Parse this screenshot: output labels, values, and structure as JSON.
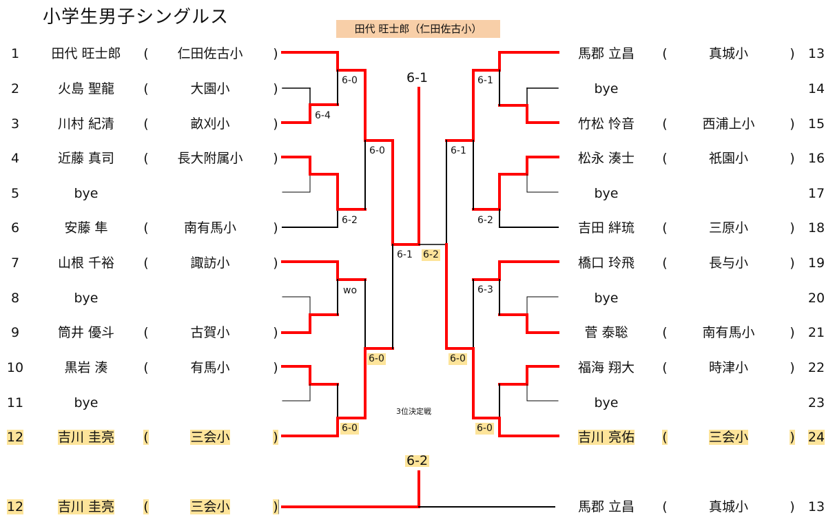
{
  "title": "小学生男子シングルス",
  "champion": "田代 旺士郎（仁田佐古小）",
  "colors": {
    "winner_line": "#ff0000",
    "loser_line": "#000000",
    "highlight": "#fde49a",
    "champion_bg": "#f8cfa8"
  },
  "left_entries": [
    {
      "num": "1",
      "name": "田代 旺士郎",
      "open": "(",
      "school": "仁田佐古小",
      "close": ")"
    },
    {
      "num": "2",
      "name": "火島 聖龍",
      "open": "(",
      "school": "大園小",
      "close": ")"
    },
    {
      "num": "3",
      "name": "川村 紀清",
      "open": "(",
      "school": "畝刈小",
      "close": ")"
    },
    {
      "num": "4",
      "name": "近藤 真司",
      "open": "(",
      "school": "長大附属小",
      "close": ")"
    },
    {
      "num": "5",
      "name": "bye",
      "open": "",
      "school": "",
      "close": ""
    },
    {
      "num": "6",
      "name": "安藤 隼",
      "open": "(",
      "school": "南有馬小",
      "close": ")"
    },
    {
      "num": "7",
      "name": "山根 千裕",
      "open": "(",
      "school": "諏訪小",
      "close": ")"
    },
    {
      "num": "8",
      "name": "bye",
      "open": "",
      "school": "",
      "close": ""
    },
    {
      "num": "9",
      "name": "筒井 優斗",
      "open": "(",
      "school": "古賀小",
      "close": ")"
    },
    {
      "num": "10",
      "name": "黒岩 湊",
      "open": "(",
      "school": "有馬小",
      "close": ")"
    },
    {
      "num": "11",
      "name": "bye",
      "open": "",
      "school": "",
      "close": ""
    },
    {
      "num": "12",
      "name": "吉川 圭亮",
      "open": "(",
      "school": "三会小",
      "close": ")",
      "highlight": true
    }
  ],
  "right_entries": [
    {
      "num": "13",
      "name": "馬郡 立昌",
      "open": "(",
      "school": "真城小",
      "close": ")"
    },
    {
      "num": "14",
      "name": "bye",
      "open": "",
      "school": "",
      "close": ""
    },
    {
      "num": "15",
      "name": "竹松 怜音",
      "open": "(",
      "school": "西浦上小",
      "close": ")"
    },
    {
      "num": "16",
      "name": "松永 湊士",
      "open": "(",
      "school": "祇園小",
      "close": ")"
    },
    {
      "num": "17",
      "name": "bye",
      "open": "",
      "school": "",
      "close": ""
    },
    {
      "num": "18",
      "name": "吉田 絆琉",
      "open": "(",
      "school": "三原小",
      "close": ")"
    },
    {
      "num": "19",
      "name": "橋口 玲飛",
      "open": "(",
      "school": "長与小",
      "close": ")"
    },
    {
      "num": "20",
      "name": "bye",
      "open": "",
      "school": "",
      "close": ""
    },
    {
      "num": "21",
      "name": "菅 泰聡",
      "open": "(",
      "school": "南有馬小",
      "close": ")"
    },
    {
      "num": "22",
      "name": "福海 翔大",
      "open": "(",
      "school": "時津小",
      "close": ")"
    },
    {
      "num": "23",
      "name": "bye",
      "open": "",
      "school": "",
      "close": ""
    },
    {
      "num": "24",
      "name": "吉川 亮佑",
      "open": "(",
      "school": "三会小",
      "close": ")",
      "highlight": true
    }
  ],
  "scores": [
    {
      "id": "l-r1-a",
      "text": "6-4"
    },
    {
      "id": "l-r2-a",
      "text": "6-0"
    },
    {
      "id": "l-r2-b",
      "text": "6-2"
    },
    {
      "id": "l-r2-c",
      "text": "wo"
    },
    {
      "id": "l-r2-d",
      "text": "6-0",
      "highlight": true
    },
    {
      "id": "l-r3-a",
      "text": "6-0"
    },
    {
      "id": "l-r3-b",
      "text": "6-0",
      "highlight": true
    },
    {
      "id": "l-semi",
      "text": "6-1"
    },
    {
      "id": "r-r2-a",
      "text": "6-1"
    },
    {
      "id": "r-r2-b",
      "text": "6-2"
    },
    {
      "id": "r-r2-c",
      "text": "6-3"
    },
    {
      "id": "r-r2-d",
      "text": "6-0",
      "highlight": true
    },
    {
      "id": "r-r3-a",
      "text": "6-1"
    },
    {
      "id": "r-r3-b",
      "text": "6-0",
      "highlight": true
    },
    {
      "id": "r-semi",
      "text": "6-2",
      "highlight": true
    },
    {
      "id": "final",
      "text": "6-1"
    }
  ],
  "third_place": {
    "label": "3位決定戦",
    "score": "6-2",
    "left": {
      "num": "12",
      "name": "吉川 圭亮",
      "open": "(",
      "school": "三会小",
      "close": ")",
      "highlight": true
    },
    "right": {
      "num": "13",
      "name": "馬郡 立昌",
      "open": "(",
      "school": "真城小",
      "close": ")"
    }
  }
}
